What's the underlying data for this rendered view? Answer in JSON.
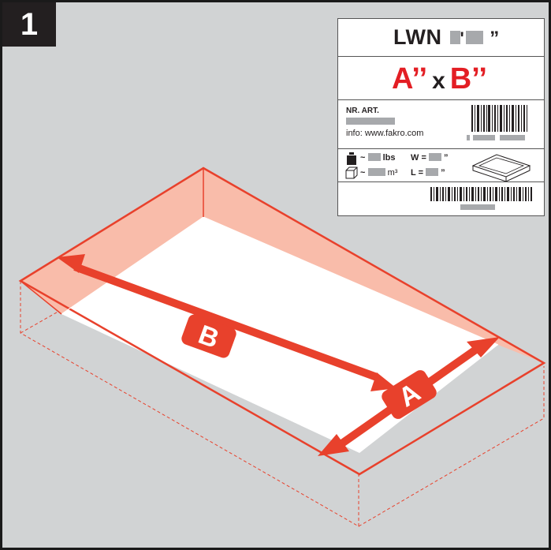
{
  "step": {
    "number": "1"
  },
  "label": {
    "model_prefix": "LWN",
    "model_quote": "”",
    "dim_a": "A’’",
    "dim_x": "x",
    "dim_b": "B’’",
    "art_label": "NR. ART.",
    "info": "info: www.fakro.com",
    "weight_tilde": "~",
    "weight_unit": "lbs",
    "w_label": "W =",
    "volume_tilde": "~",
    "volume_unit": "m³",
    "l_label": "L =",
    "inch": "”"
  },
  "diagram": {
    "arrow_b_label": "B",
    "arrow_a_label": "A"
  },
  "colors": {
    "background": "#d1d3d4",
    "accent_red": "#e8412c",
    "wall_pink": "#f9bcaa",
    "badge": "#231f20"
  }
}
